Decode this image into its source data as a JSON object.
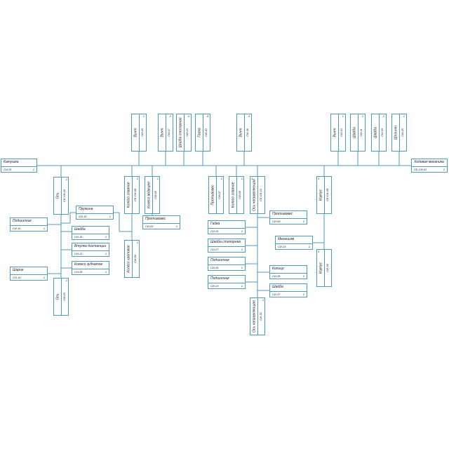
{
  "diagram": {
    "type": "product-structure-tree",
    "line_color": "#4d9bb8",
    "root": {
      "name": "Катушка",
      "code": "СИ-01",
      "qty": "1"
    },
    "right_end": {
      "name": "Ходовая механика",
      "code": "СБ СИ-01",
      "qty": "1"
    },
    "top_blocks": [
      {
        "name": "Винт",
        "code": "СИ-18",
        "qty": "1"
      },
      {
        "name": "Винт",
        "code": "СИ-17",
        "qty": "2"
      },
      {
        "name": "Шайба стопорная",
        "code": "СИ-15",
        "qty": "4"
      },
      {
        "name": "Гайка",
        "code": "СИ-20",
        "qty": "4"
      },
      {
        "name": "Винт",
        "code": "СИ-38",
        "qty": "4"
      },
      {
        "name": "Винт",
        "code": "СИ-16",
        "qty": "1"
      },
      {
        "name": "Шайба",
        "code": "СИ-11",
        "qty": "1"
      },
      {
        "name": "Шайба",
        "code": "СИ-19",
        "qty": "1"
      },
      {
        "name": "Шплинт",
        "code": "СИ-25",
        "qty": "1"
      }
    ],
    "left_group": [
      {
        "name": "Ось",
        "code": "СБ СИ-10",
        "qty": "1"
      },
      {
        "name": "Подшипник",
        "code": "СИ-16",
        "qty": "1"
      },
      {
        "name": "Шарик",
        "code": "СИ-14",
        "qty": "1"
      },
      {
        "name": "Ось",
        "code": "СИ-03",
        "qty": "1"
      },
      {
        "name": "Шайба",
        "code": "СИ-15",
        "qty": "1"
      },
      {
        "name": "Втулка дистанции",
        "code": "СИ-13",
        "qty": "1"
      },
      {
        "name": "Колесо зубчатое",
        "code": "СИ-05",
        "qty": "1"
      },
      {
        "name": "Пружина",
        "code": "СИ-15",
        "qty": "1"
      }
    ],
    "middle_group": [
      {
        "name": "Колесо главное",
        "code": "СБ СИ-08",
        "qty": "1"
      },
      {
        "name": "Колесо ведущее",
        "code": "СИ-05",
        "qty": "1"
      },
      {
        "name": "Противовес",
        "code": "СИ-02",
        "qty": "1"
      },
      {
        "name": "Колесо храповое",
        "code": "СИ-06",
        "qty": "1"
      }
    ],
    "right_group": [
      {
        "name": "Противовес",
        "code": "СИ-07",
        "qty": "1"
      },
      {
        "name": "Колесо главное",
        "code": "СИ-04",
        "qty": "1"
      },
      {
        "name": "Ось направляющая",
        "code": "СБ СИ-12",
        "qty": "1"
      },
      {
        "name": "Противовес",
        "code": "СИ-09",
        "qty": "1"
      },
      {
        "name": "Гайка",
        "code": "СИ-31",
        "qty": "1"
      },
      {
        "name": "Шайба стопорная",
        "code": "СИ-27",
        "qty": "1"
      },
      {
        "name": "Подшипник",
        "code": "СИ-26",
        "qty": "1"
      },
      {
        "name": "Подшипник",
        "code": "СИ-23",
        "qty": "1"
      },
      {
        "name": "Кольцо",
        "code": "СИ-35",
        "qty": "1"
      },
      {
        "name": "Шайба",
        "code": "СИ-37",
        "qty": "1"
      },
      {
        "name": "Ось направляющая",
        "code": "СИ-32",
        "qty": "1"
      },
      {
        "name": "Корпус",
        "code": "СБ СИ-09",
        "qty": "1"
      },
      {
        "name": "Механизм",
        "code": "СИ-33",
        "qty": "1"
      },
      {
        "name": "Корпус",
        "code": "СИ-34",
        "qty": "1"
      }
    ]
  }
}
